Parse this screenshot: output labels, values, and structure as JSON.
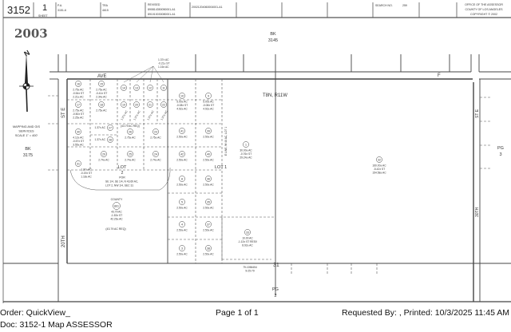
{
  "header": {
    "book": "3152",
    "sheet_no": "1",
    "sheet_label": "SHEET",
    "pa_label": "P.A.",
    "pa_value": "3151-6",
    "tra_label": "TRA",
    "tra_value": "4615",
    "revised_label": "REVISED",
    "revised_1": "890814350050001-A1",
    "revised_2": "891010030080001-A1",
    "revision_3": "20021204060004001-A1",
    "search_label": "SEARCH NO.",
    "search_value": "259",
    "office_1": "OFFICE OF THE ASSESSOR",
    "office_2": "COUNTY OF LOS ANGELES",
    "office_3": "COPYRIGHT © 2002"
  },
  "map": {
    "year": "2003",
    "bk_top": [
      "BK",
      "3145"
    ],
    "bk_left": [
      "BK",
      "3175"
    ],
    "north_label": "N",
    "scale_text": [
      "MAPPING AND GIS",
      "SERVICES",
      "SCALE 1\" = 400'"
    ],
    "township": "T8N, R11W",
    "streets": {
      "ave": "AVE",
      "f": "F",
      "st_e_left": "ST E",
      "twentieth": "20TH",
      "st_e_right": "ST E",
      "thirtieth": "30TH"
    },
    "pg_right": [
      "PG",
      "3"
    ],
    "pg_bottom": [
      "PG",
      "2"
    ],
    "section": "31",
    "lot1": "LOT 1",
    "lot2": [
      "LOT",
      "2",
      "POR"
    ],
    "lot2_desc": [
      "SE 1/4, SE 1/4, N 43.69 AC,",
      "LOT 2, NW 1/4, SEC 31"
    ],
    "lot1_line": "E LINE, W 48 AC, LOT 1",
    "top_note": [
      "1.37± AC",
      "-0.21± ST",
      "1.16± AC"
    ],
    "req_note_1": "(43.79 AC REQ)",
    "county_label": "COUNTY",
    "county_req": "(43.79 AC REQ)",
    "doc_note": [
      "79-1056454",
      "9-25-79"
    ],
    "parcels": [
      {
        "id": "16",
        "lines": [
          "2.75± AC",
          "-0.54± ST",
          "2.21± AC"
        ]
      },
      {
        "id": "15",
        "lines": [
          "2.75± AC",
          "-0.41± ST",
          "2.34± AC"
        ]
      },
      {
        "id": "14",
        "lines": []
      },
      {
        "id": "13",
        "lines": []
      },
      {
        "id": "12",
        "lines": []
      },
      {
        "id": "11",
        "lines": []
      },
      {
        "id": "10",
        "lines": [
          "5.00± AC",
          "-0.08± ST",
          "4.92± AC"
        ]
      },
      {
        "id": "9",
        "lines": [
          "5.00± AC",
          "-0.08± ST",
          "4.92± AC"
        ]
      },
      {
        "id": "17",
        "lines": [
          "2.75± AC",
          "-0.50± ST",
          "2.25± AC"
        ]
      },
      {
        "id": "18",
        "lines": [
          "2.75± AC"
        ]
      },
      {
        "id": "19",
        "lines": [
          "1.37± AC"
        ]
      },
      {
        "id": "20",
        "lines": [
          "1.37± AC"
        ]
      },
      {
        "id": "21",
        "lines": [
          "1.37± AC"
        ]
      },
      {
        "id": "22",
        "lines": [
          "1.37± AC"
        ]
      },
      {
        "id": "41",
        "lines": [
          "2.50± AC"
        ]
      },
      {
        "id": "39",
        "lines": [
          "2.50± AC"
        ]
      },
      {
        "id": "30",
        "lines": [
          "4.12± AC",
          "-0.57± ST",
          "3.55± AC"
        ]
      },
      {
        "id": "27",
        "lines": [
          "1.37± AC"
        ]
      },
      {
        "id": "28",
        "lines": [
          "1.37± AC"
        ]
      },
      {
        "id": "26",
        "lines": [
          "2.75± AC"
        ]
      },
      {
        "id": "23",
        "lines": [
          "2.75± AC"
        ]
      },
      {
        "id": "42",
        "lines": [
          "2.50± AC"
        ]
      },
      {
        "id": "40",
        "lines": [
          "2.50± AC"
        ]
      },
      {
        "id": "29",
        "lines": [
          "2.74± AC"
        ]
      },
      {
        "id": "25",
        "lines": [
          "2.74± AC"
        ]
      },
      {
        "id": "24",
        "lines": [
          "2.74± AC"
        ]
      },
      {
        "id": "31",
        "lines": [
          "1.37± AC",
          "-0.19± ST",
          "1.18± AC"
        ]
      },
      {
        "id": "1",
        "lines": [
          "30.00± AC",
          "-0.76± ST",
          "29.24± AC"
        ]
      },
      {
        "id": "8",
        "lines": [
          "2.50± AC"
        ]
      },
      {
        "id": "36",
        "lines": [
          "2.50± AC"
        ]
      },
      {
        "id": "5",
        "lines": [
          "2.50± AC"
        ]
      },
      {
        "id": "35",
        "lines": [
          "2.50± AC"
        ]
      },
      {
        "id": "4",
        "lines": [
          "2.50± AC"
        ]
      },
      {
        "id": "37",
        "lines": [
          "2.50± AC"
        ]
      },
      {
        "id": "3",
        "lines": [
          "2.50± AC"
        ]
      },
      {
        "id": "38",
        "lines": [
          "2.50± AC"
        ]
      },
      {
        "id": "801",
        "lines": [
          "43.79 AC",
          "-1.53± ST",
          "42.26± AC"
        ]
      },
      {
        "id": "33",
        "lines": [
          "10.00 AC",
          "-1.13± ST RESV",
          "8.92± AC"
        ]
      },
      {
        "id": "32",
        "lines": [
          "160.00± AC",
          "-5.42± ST",
          "154.58± AC"
        ]
      }
    ]
  },
  "footer": {
    "order": "Order: QuickView_",
    "page": "Page 1 of 1",
    "requested": "Requested By:  , Printed: 10/3/2025 11:45 AM",
    "doc": "Doc: 3152-1 Map ASSESSOR"
  }
}
